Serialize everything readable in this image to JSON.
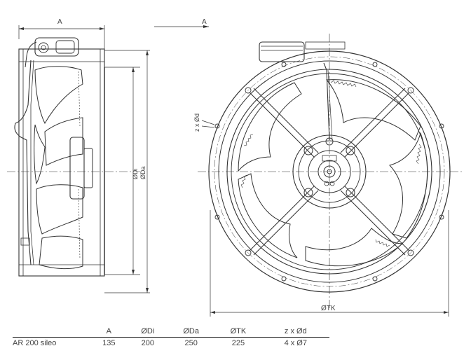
{
  "side_view": {
    "dim_A": "A",
    "dim_Di": "ØDi",
    "dim_Da": "ØDa"
  },
  "front_view": {
    "dim_A_arrow": "A",
    "dim_zxd": "z x Ød",
    "dim_TK": "ØTK"
  },
  "table": {
    "headers": [
      "",
      "A",
      "ØDi",
      "ØDa",
      "ØTK",
      "z x Ød"
    ],
    "row": [
      "AR 200 sileo",
      "135",
      "200",
      "250",
      "225",
      "4 x Ø7"
    ]
  }
}
